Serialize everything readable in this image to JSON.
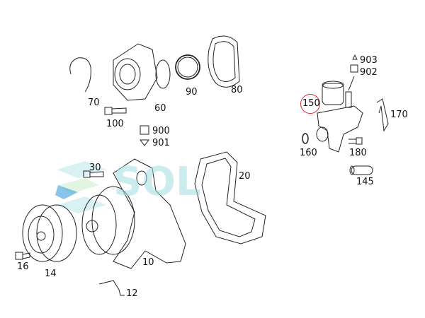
{
  "diagram": {
    "watermark": "SOL",
    "highlight_color": "#e0262b",
    "highlighted_part": "150",
    "parts": {
      "p70": "70",
      "p60": "60",
      "p90": "90",
      "p80": "80",
      "p100": "100",
      "p900": "900",
      "p901": "901",
      "p903": "903",
      "p902": "902",
      "p150": "150",
      "p170": "170",
      "p160": "160",
      "p180": "180",
      "p145": "145",
      "p30": "30",
      "p20": "20",
      "p16": "16",
      "p14": "14",
      "p10": "10",
      "p12": "12"
    }
  }
}
